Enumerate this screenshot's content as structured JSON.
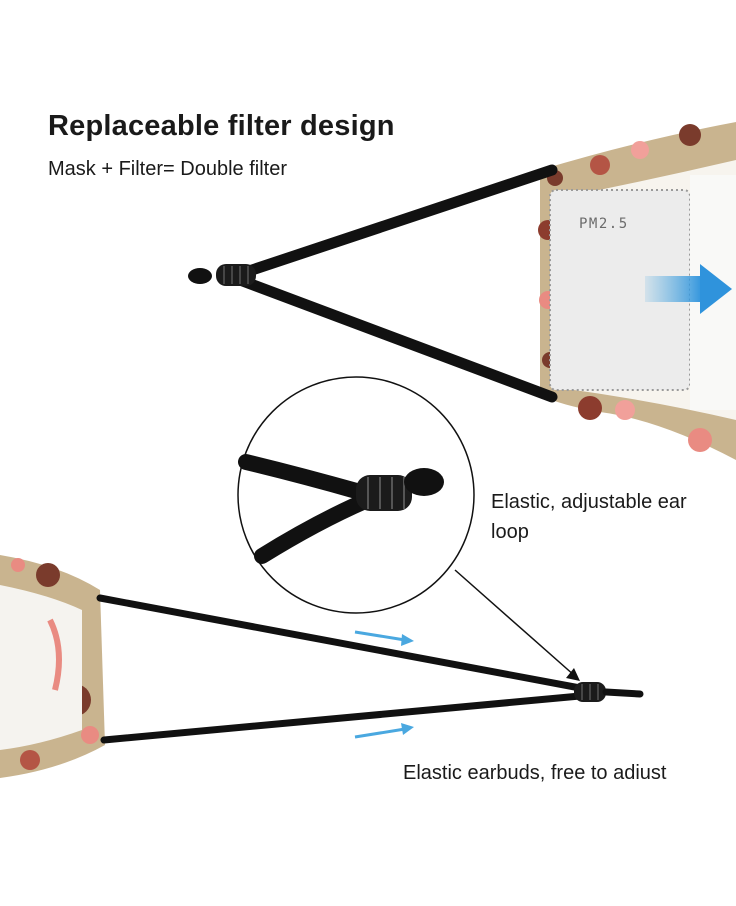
{
  "heading": {
    "title": "Replaceable filter design",
    "subtitle": "Mask + Filter= Double filter"
  },
  "filter": {
    "label": "PM2.5"
  },
  "callouts": {
    "ear_loop": "Elastic, adjustable ear loop",
    "earbuds": "Elastic earbuds, free to adiust"
  },
  "colors": {
    "fabric": "#c9b48f",
    "strap": "#111111",
    "arrow_blue": "#4aa8e0",
    "filter": "#ededed"
  }
}
